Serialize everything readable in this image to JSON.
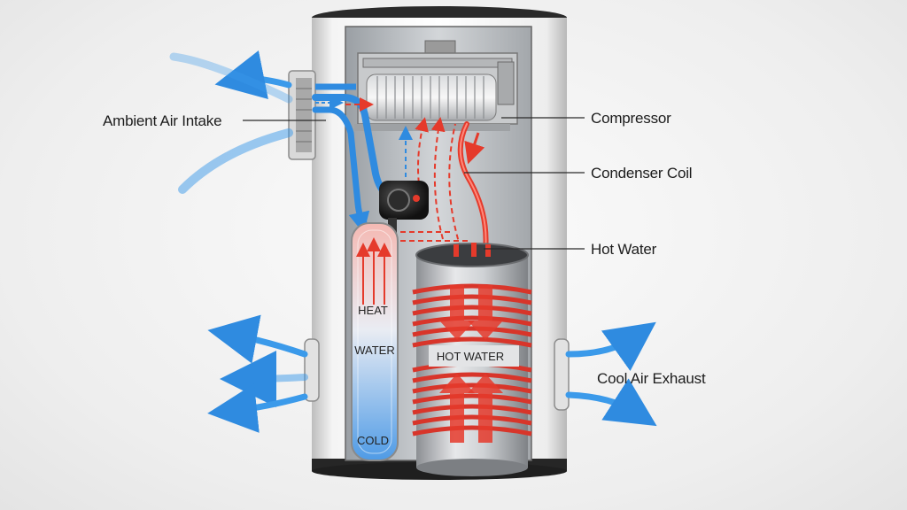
{
  "callouts": {
    "ambient_air_intake": "Ambient Air Intake",
    "compressor": "Compressor",
    "condenser_coil": "Condenser Coil",
    "hot_water": "Hot Water",
    "cool_air_exhaust": "Cool Air Exhaust"
  },
  "tank_labels": {
    "heat": "HEAT",
    "water": "WATER",
    "cold": "COLD",
    "hot_water": "HOT WATER"
  },
  "colors": {
    "hot": "#e53a2b",
    "cold": "#2f8be0",
    "shell": "#e6e6e6",
    "text": "#1c1c1c"
  }
}
